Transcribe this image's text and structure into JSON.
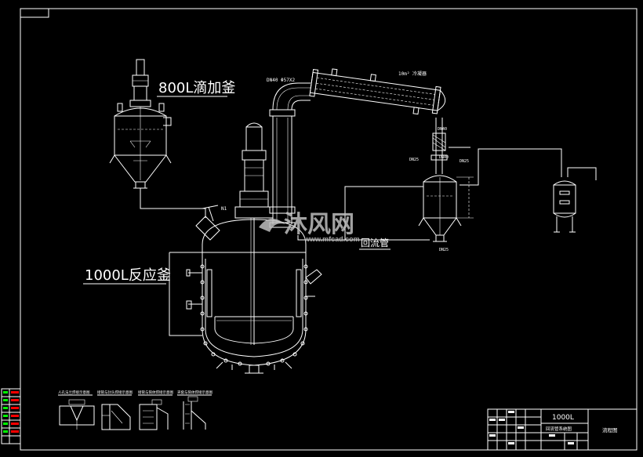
{
  "labels": {
    "tank_800": "800L滴加釜",
    "tank_1000": "1000L反应釜",
    "return_pipe": "回流管",
    "title_block_name": "1000L",
    "title_block_sub": "回流管系统图",
    "title_block_right": "流程图",
    "pipe_spec": "DN40 Φ57X2",
    "cond_spec": "10m² 冷凝器",
    "dn40_a": "DN40",
    "dn40_b": "DN40",
    "dn25_a": "DN25",
    "dn25_b": "DN25",
    "dn25_c": "DN25",
    "n1": "N1",
    "weld_1": "人孔法兰焊接示意图",
    "weld_2": "接管与封头焊接示意图",
    "weld_3": "接管与筒体焊接示意图",
    "weld_4": "夹套与筒体焊接示意图"
  },
  "watermark": {
    "brand": "沐风网",
    "url": "www.mfcad.com"
  },
  "colors": {
    "background": "#000000",
    "line": "#ffffff",
    "accent": "#00ffff",
    "layer_green": "#00ff00",
    "layer_red": "#ff0000"
  }
}
